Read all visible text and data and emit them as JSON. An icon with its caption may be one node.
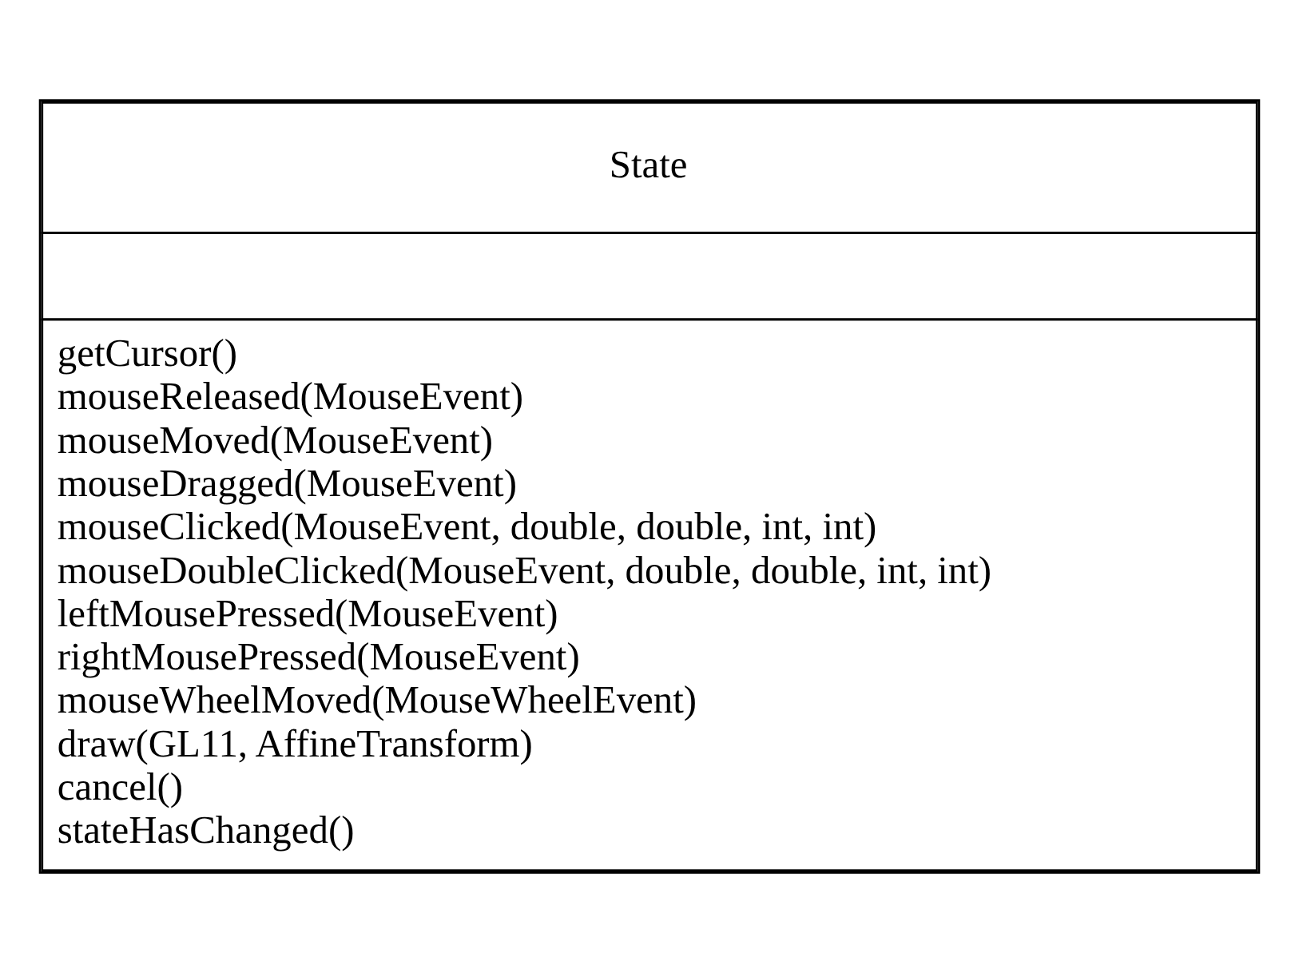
{
  "diagram": {
    "nodes": [
      {
        "text": [
          "State",
          "getCursor()",
          "mouseReleased(MouseEvent)",
          "mouseMoved(MouseEvent)",
          "mouseDragged(MouseEvent)",
          "mouseClicked(MouseEvent, double, double, int, int)",
          "mouseDoubleClicked(MouseEvent, double, double, int, int)",
          "leftMousePressed(MouseEvent)",
          "rightMousePressed(MouseEvent)",
          "mouseWheelMoved(MouseWheelEvent)",
          "draw(GL11, AffineTransform)",
          "cancel()",
          "stateHasChanged()"
        ]
      }
    ]
  }
}
